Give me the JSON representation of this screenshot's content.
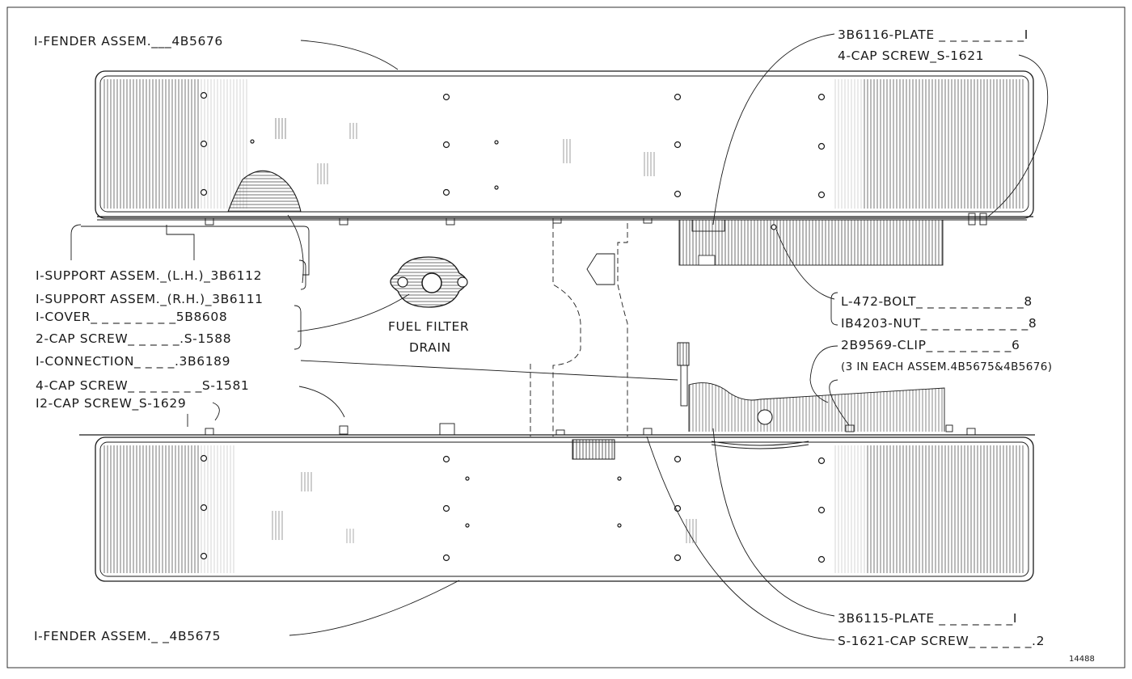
{
  "labels": {
    "fender_top": "I-FENDER ASSEM.___4B5676",
    "plate_top": "3B6116-PLATE _ _ _ _ _ _ _ _I",
    "cap_screw_1621_top": "4-CAP SCREW_S-1621",
    "support_lh": "I-SUPPORT ASSEM._(L.H.)_3B6112",
    "support_rh": "I-SUPPORT ASSEM._(R.H.)_3B6111",
    "cover": "I-COVER_ _ _ _ _ _ _ _5B8608",
    "cap_screw_1588": "2-CAP SCREW_ _ _ _ _.S-1588",
    "connection": "I-CONNECTION_ _ _ _.3B6189",
    "cap_screw_1581": "4-CAP SCREW_ _ _ _ _ _ _S-1581",
    "cap_screw_1629": "I2-CAP SCREW_S-1629",
    "bolt": "L-472-BOLT_ _ _ _ _ _ _ _ _ _8",
    "nut": "IB4203-NUT_ _ _ _ _ _ _ _ _ _8",
    "clip": "2B9569-CLIP_ _ _ _ _ _ _ _6",
    "clip_note": "(3 IN EACH ASSEM.4B5675&4B5676)",
    "fuel_filter_line1": "FUEL FILTER",
    "fuel_filter_line2": "DRAIN",
    "fender_bottom": "I-FENDER ASSEM._ _4B5675",
    "plate_bottom": "3B6115-PLATE _ _ _ _ _ _ _I",
    "cap_screw_1621_bottom": "S-1621-CAP SCREW_ _ _ _ _ _.2",
    "figure_number": "14488"
  }
}
